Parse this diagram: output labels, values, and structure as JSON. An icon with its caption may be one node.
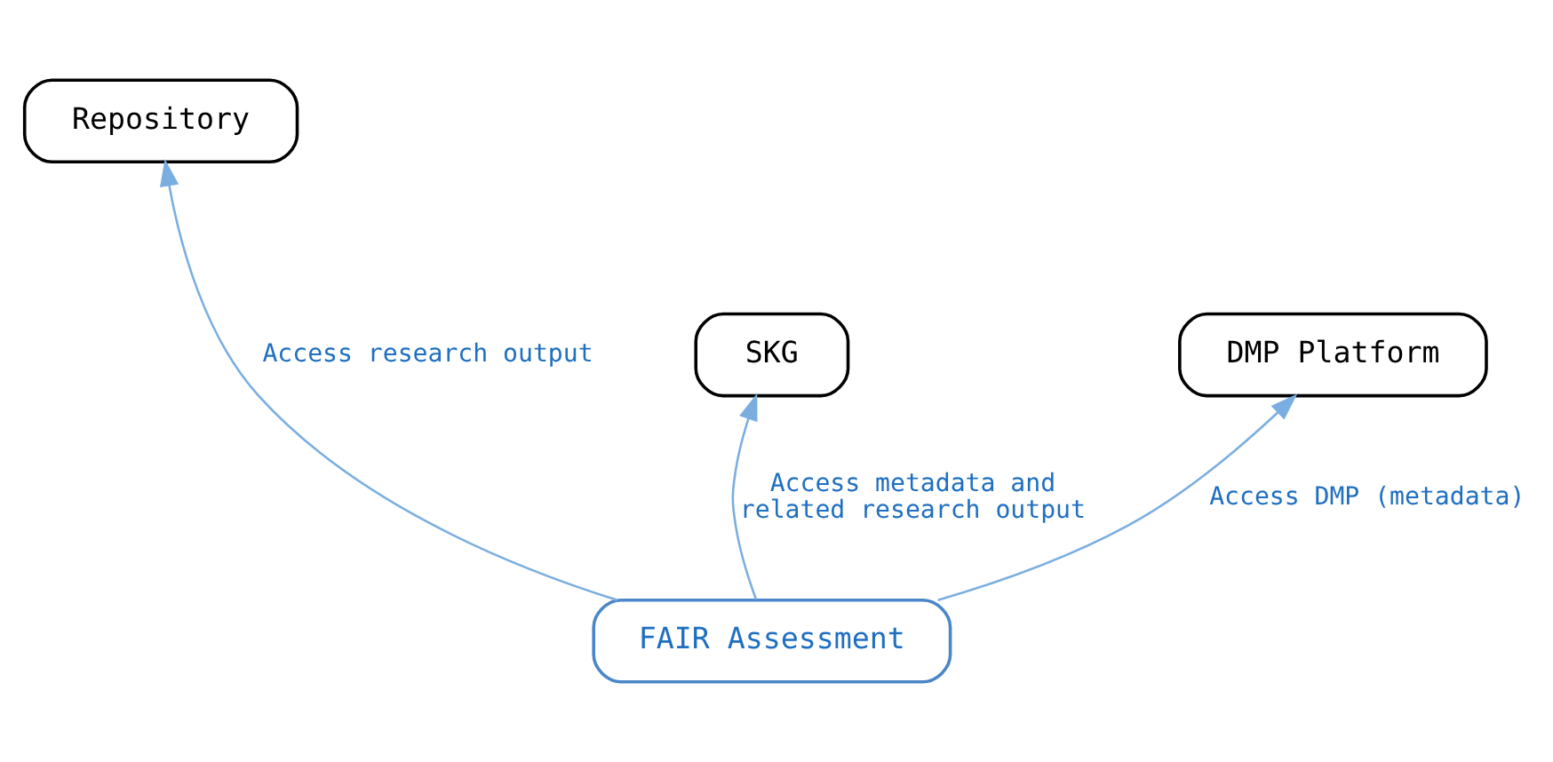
{
  "diagram": {
    "nodes": [
      {
        "text": [
          "Repository"
        ]
      },
      {
        "text": [
          "SKG"
        ]
      },
      {
        "text": [
          "DMP Platform"
        ]
      },
      {
        "text": [
          "FAIR Assessment"
        ]
      }
    ],
    "edges": [
      {
        "from": 3,
        "to": 0,
        "arrow": "to",
        "label": "Access research output"
      },
      {
        "from": 3,
        "to": 1,
        "arrow": "to",
        "label": "Access metadata and related research output"
      },
      {
        "from": 3,
        "to": 2,
        "arrow": "to",
        "label": "Access DMP (metadata)"
      }
    ]
  }
}
